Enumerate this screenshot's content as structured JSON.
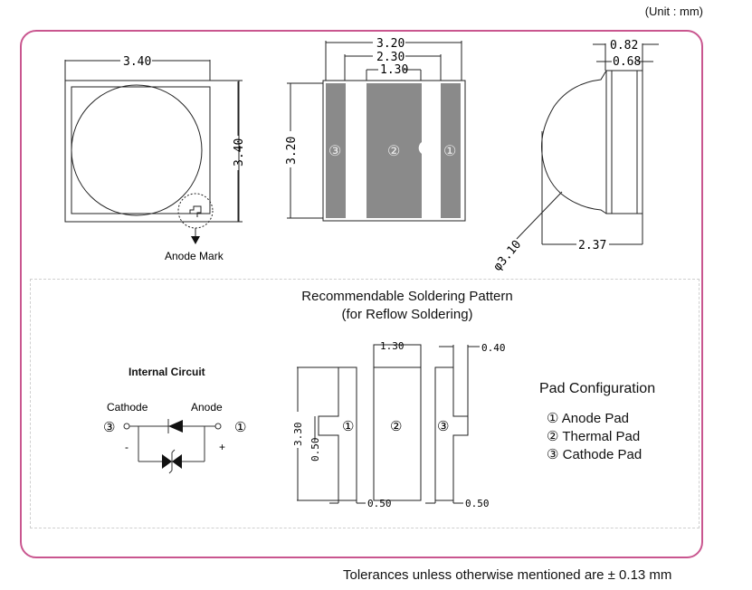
{
  "unit_label": "(Unit : mm)",
  "tolerance_note": "Tolerances unless otherwise mentioned are ± 0.13 mm",
  "top_view": {
    "width_dim": "3.40",
    "height_dim": "3.40",
    "anode_mark_label": "Anode Mark"
  },
  "bottom_view": {
    "outer_width_dim": "3.20",
    "pad_span_dim": "2.30",
    "thermal_pad_width_dim": "1.30",
    "height_dim": "3.20",
    "pad_labels": [
      "③",
      "②",
      "①"
    ]
  },
  "side_view": {
    "dim_top_outer": "0.82",
    "dim_top_inner": "0.68",
    "dim_bottom": "2.37",
    "lens_diameter": "φ3.10"
  },
  "soldering_pattern": {
    "title_line1": "Recommendable Soldering Pattern",
    "title_line2": "(for Reflow Soldering)",
    "dim_thermal_width": "1.30",
    "dim_height": "3.30",
    "dim_notch": "0.50",
    "dim_gap_left": "0.50",
    "dim_gap_right": "0.50",
    "dim_pad_width": "0.40",
    "pad_labels": [
      "①",
      "②",
      "③"
    ]
  },
  "internal_circuit": {
    "title": "Internal Circuit",
    "cathode_label": "Cathode",
    "anode_label": "Anode",
    "cathode_pin": "③",
    "anode_pin": "①",
    "minus_sign": "-",
    "plus_sign": "+"
  },
  "pad_configuration": {
    "title": "Pad Configuration",
    "items": [
      "① Anode Pad",
      "② Thermal Pad",
      "③ Cathode Pad"
    ]
  }
}
